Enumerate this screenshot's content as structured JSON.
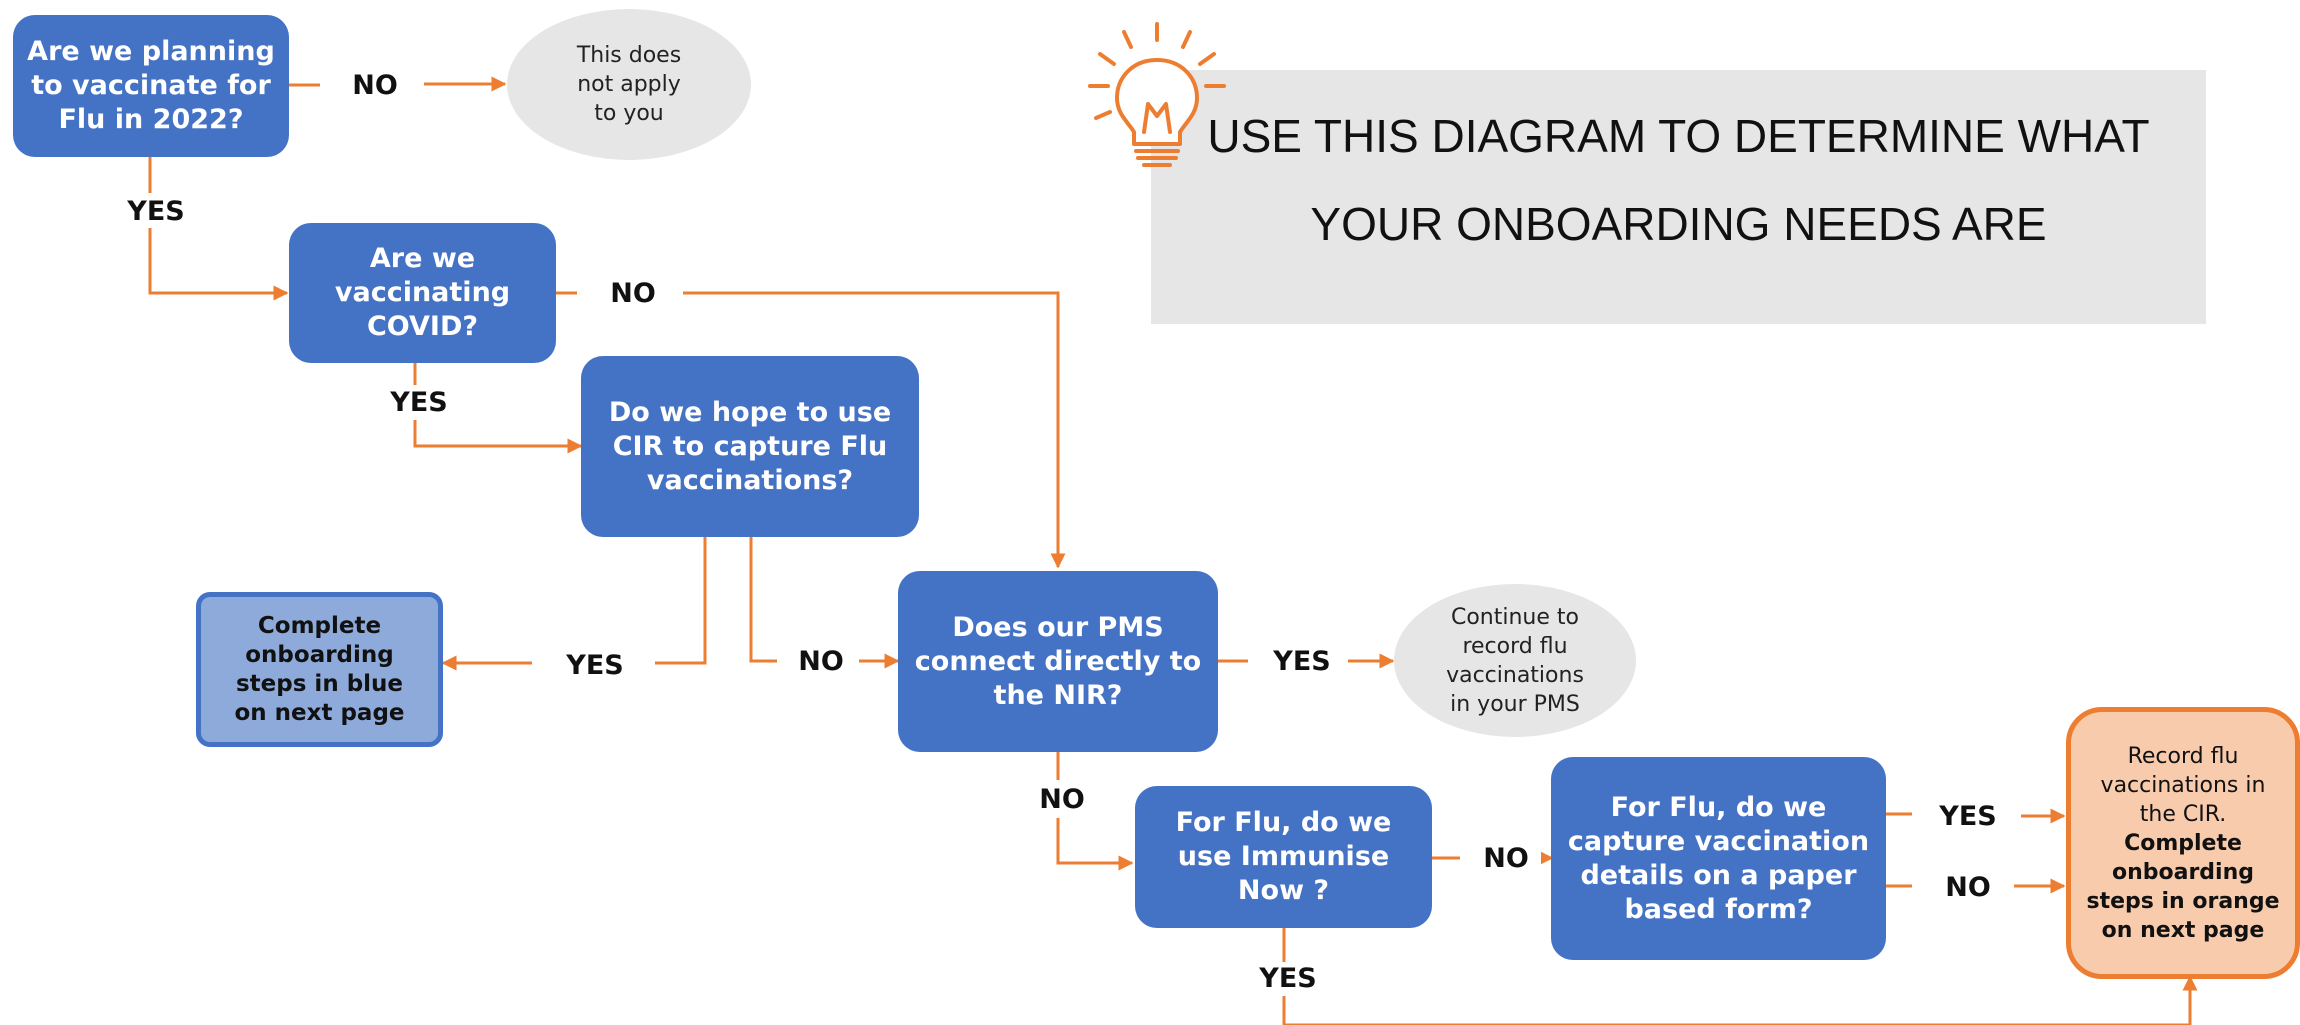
{
  "banner": {
    "line1": "USE THIS DIAGRAM TO DETERMINE WHAT",
    "line2": "YOUR ONBOARDING NEEDS ARE"
  },
  "nodes": {
    "q_flu_2022": "Are we planning to vaccinate for Flu in 2022?",
    "q_covid": "Are we vaccinating COVID?",
    "q_cir_flu": "Do we hope to use CIR to capture Flu vaccinations?",
    "q_pms_nir": "Does our PMS connect directly to the NIR?",
    "q_immunise_now": "For Flu, do we use Immunise Now ?",
    "q_paper_form": "For Flu, do we capture vaccination details on a paper based form?",
    "r_not_apply": "This does not apply to you",
    "r_continue_pms": "Continue to record flu vaccinations in your PMS",
    "r_blue_steps": "Complete onboarding steps in blue on next page",
    "r_orange_text": "Record flu vaccinations in the CIR.",
    "r_orange_bold": "Complete onboarding steps in orange on next page"
  },
  "labels": {
    "no_1": "NO",
    "yes_1": "YES",
    "no_2": "NO",
    "yes_2": "YES",
    "yes_3": "YES",
    "no_3": "NO",
    "yes_4": "YES",
    "no_4": "NO",
    "no_5": "NO",
    "yes_5": "YES",
    "no_6": "NO",
    "yes_6": "YES"
  },
  "colors": {
    "question_fill": "#4472c4",
    "arrow": "#ed7d31",
    "result_fill": "#e6e6e6",
    "blue_result_fill": "#8eaadb",
    "orange_result_fill": "#f8cbad",
    "banner_fill": "#e6e6e6"
  },
  "icons": [
    "lightbulb-icon"
  ]
}
